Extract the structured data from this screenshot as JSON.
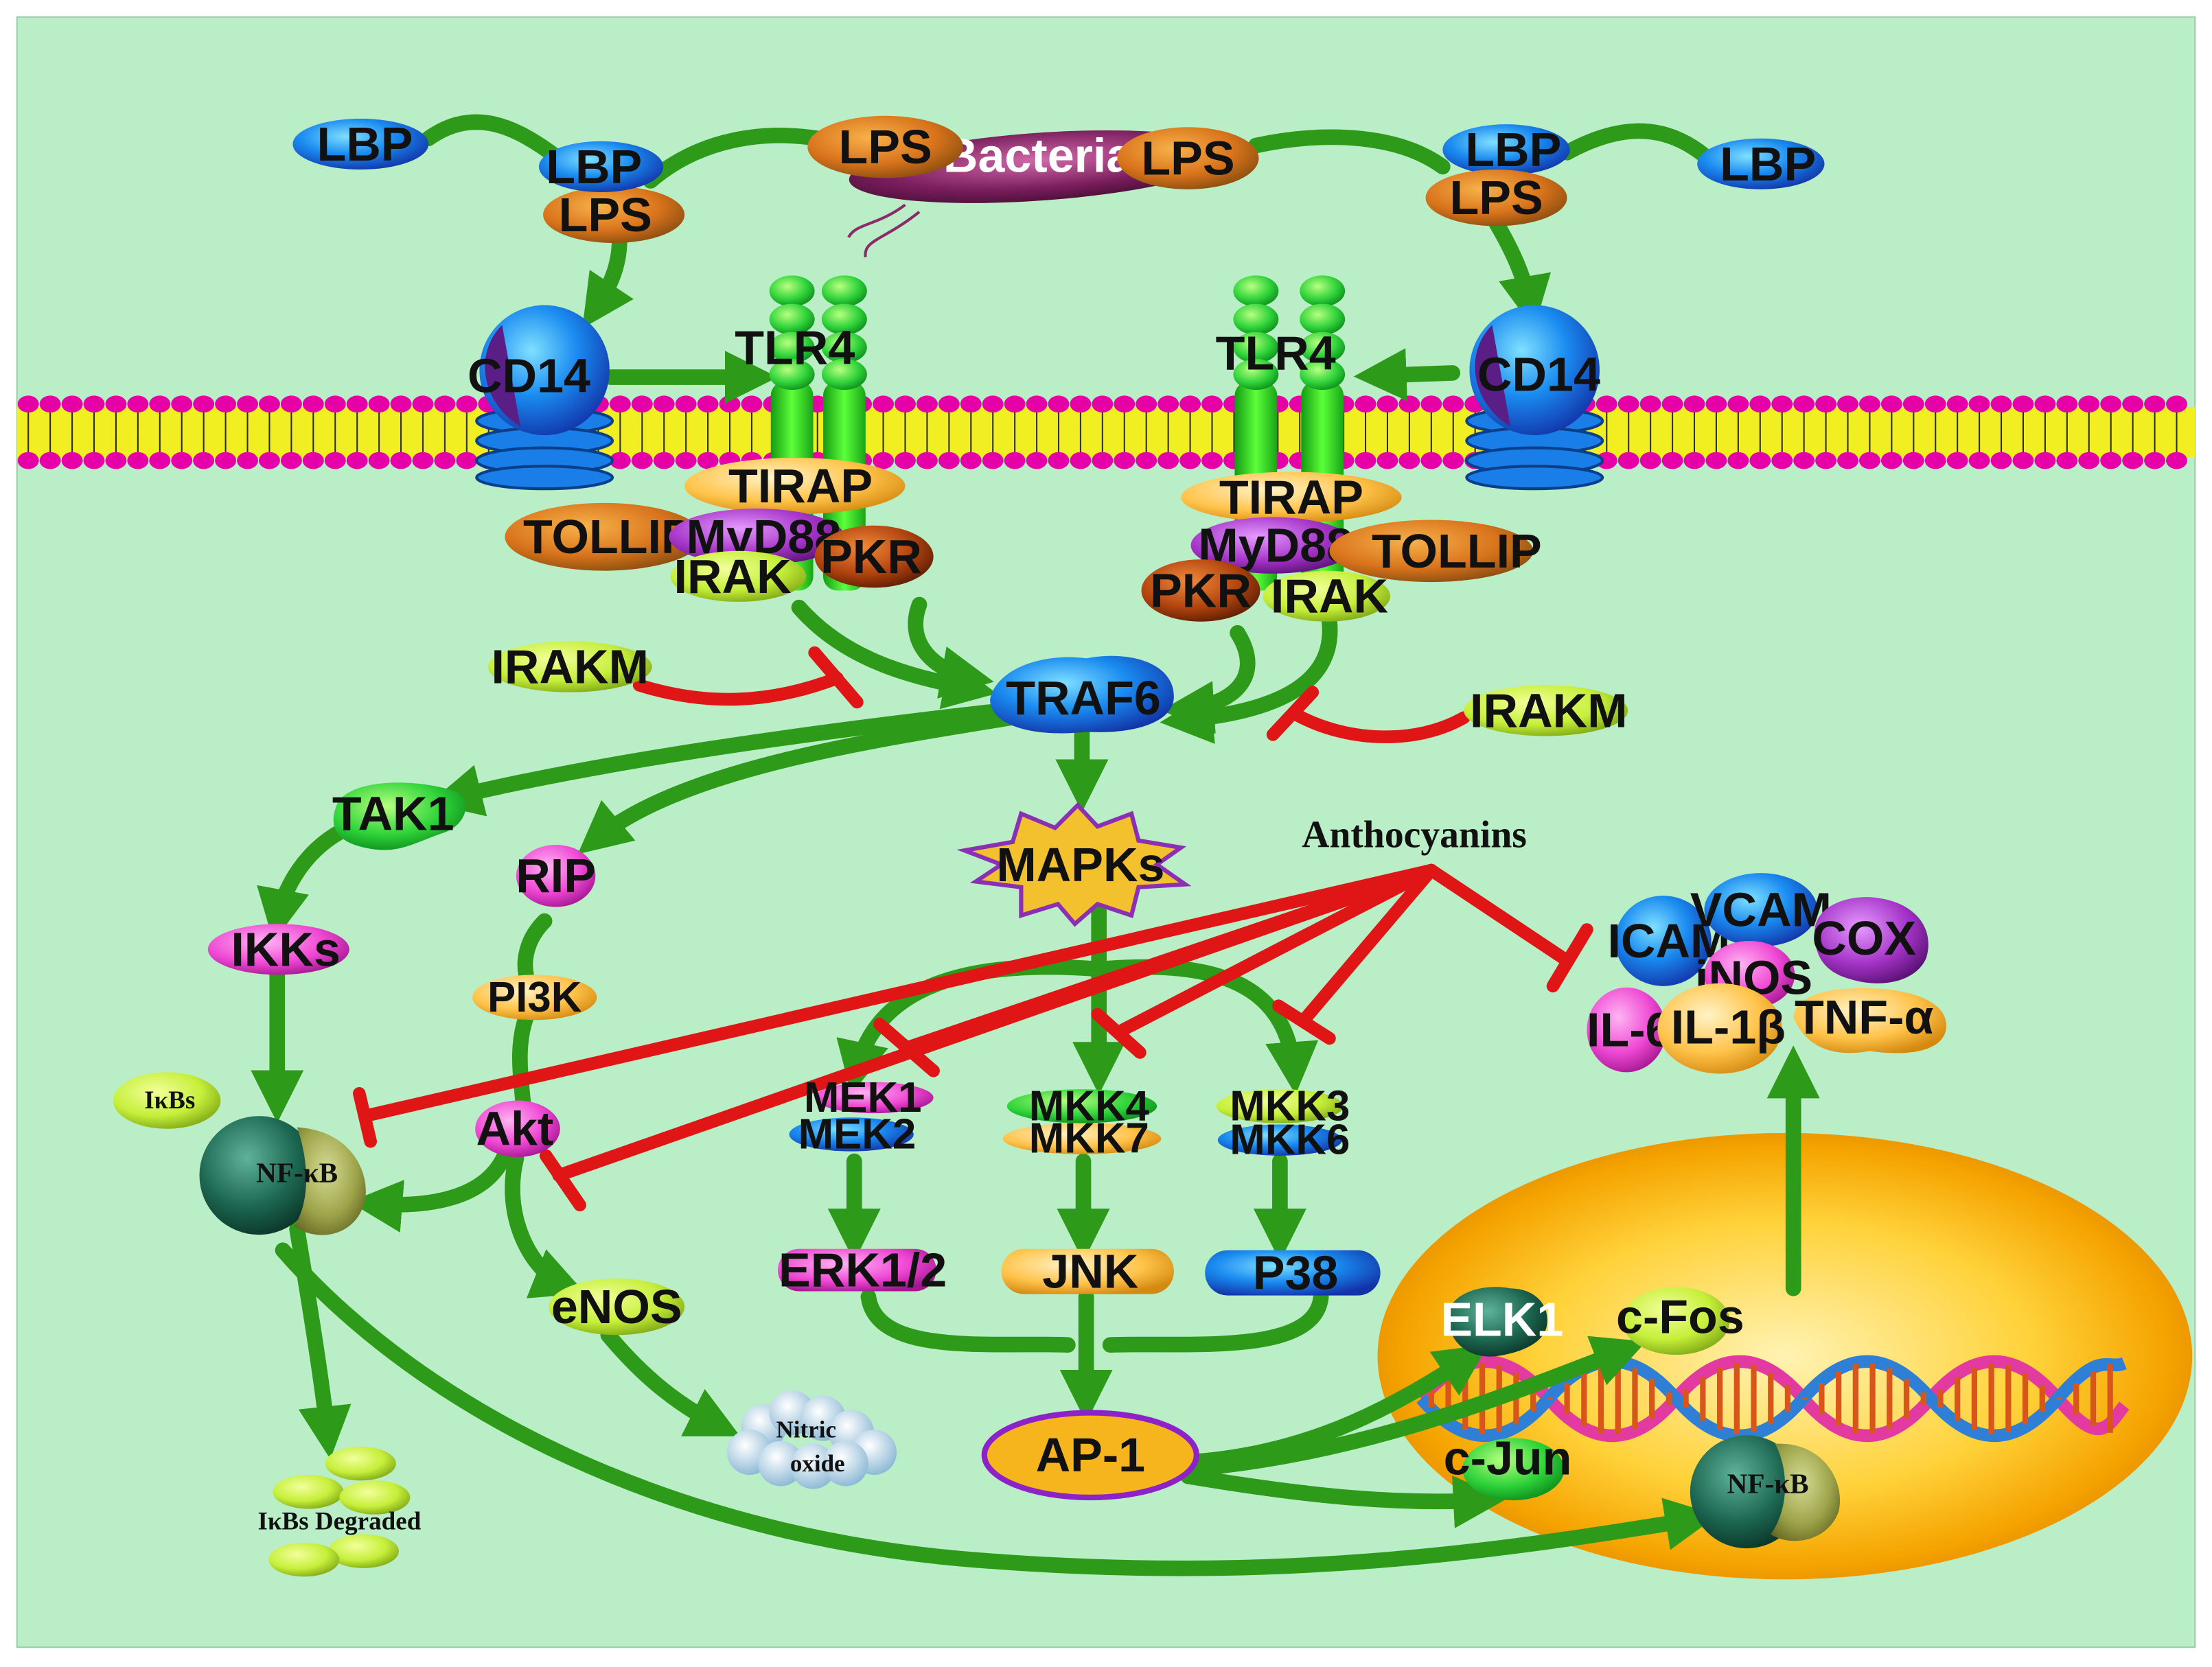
{
  "colors": {
    "background": "#b9eec6",
    "activation_arrow": "#2e9a19",
    "inhibition_line": "#e01515",
    "membrane_head": "#e600a8",
    "membrane_tail": "#f1ee22",
    "nucleus": "#f6a400"
  },
  "extracellular": {
    "bacteria": "Bacteria",
    "lps": "LPS",
    "lbp": "LBP"
  },
  "receptors": {
    "cd14": "CD14",
    "tlr4": "TLR4"
  },
  "adaptors": {
    "tirap": "TIRAP",
    "tollip": "TOLLIP",
    "myd88": "MyD88",
    "pkr": "PKR",
    "irak": "IRAK",
    "irakm": "IRAKM"
  },
  "signaling": {
    "traf6": "TRAF6",
    "tak1": "TAK1",
    "rip": "RIP",
    "ikks": "IKKs",
    "pi3k": "PI3K",
    "akt": "Akt",
    "enos": "eNOS",
    "mapks": "MAPKs",
    "mek1": "MEK1",
    "mek2": "MEK2",
    "mkk4": "MKK4",
    "mkk7": "MKK7",
    "mkk3": "MKK3",
    "mkk6": "MKK6",
    "erk": "ERK1/2",
    "jnk": "JNK",
    "p38": "P38",
    "ap1": "AP-1"
  },
  "nfkb": {
    "ikbs": "IκBs",
    "nfkb": "NF-κB",
    "ikbs_degraded": "IκBs Degraded"
  },
  "nitric_oxide": {
    "line1": "Nitric",
    "line2": "oxide"
  },
  "inhibitor": "Anthocyanins",
  "nucleus": {
    "elk1": "ELK1",
    "cfos": "c-Fos",
    "cjun": "c-Jun",
    "nfkb": "NF-κB"
  },
  "mediators": {
    "icam": "ICAM",
    "vcam": "VCAM",
    "cox": "COX",
    "inos": "iNOS",
    "il6": "IL-6",
    "il1b": "IL-1β",
    "tnfa": "TNF-α"
  }
}
